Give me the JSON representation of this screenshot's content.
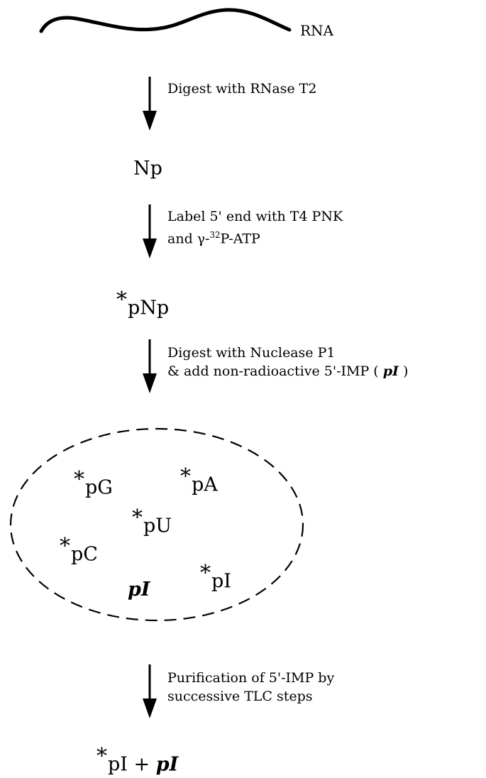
{
  "rna_label": "RNA",
  "steps": [
    {
      "lines": [
        "Digest with RNase T2"
      ]
    },
    {
      "line1": "Label 5' end with T4 PNK",
      "line2_pre": "and γ-",
      "line2_sup": "32",
      "line2_post": "P-ATP"
    },
    {
      "line1": "Digest with Nuclease P1",
      "line2_pre": "& add non-radioactive 5'-IMP ( ",
      "line2_bold": "pI",
      "line2_post": " )"
    },
    {
      "lines": [
        "Purification of 5'-IMP by",
        "successive TLC steps"
      ]
    }
  ],
  "nodes": {
    "np": "Np",
    "pnp": "pNp",
    "final_labeled": "pI",
    "final_plus": " + ",
    "final_unlabeled": "pI"
  },
  "mixture": {
    "labeled": [
      "pG",
      "pA",
      "pU",
      "pC",
      "pI"
    ],
    "unlabeled": "pI"
  },
  "asterisk": "*"
}
